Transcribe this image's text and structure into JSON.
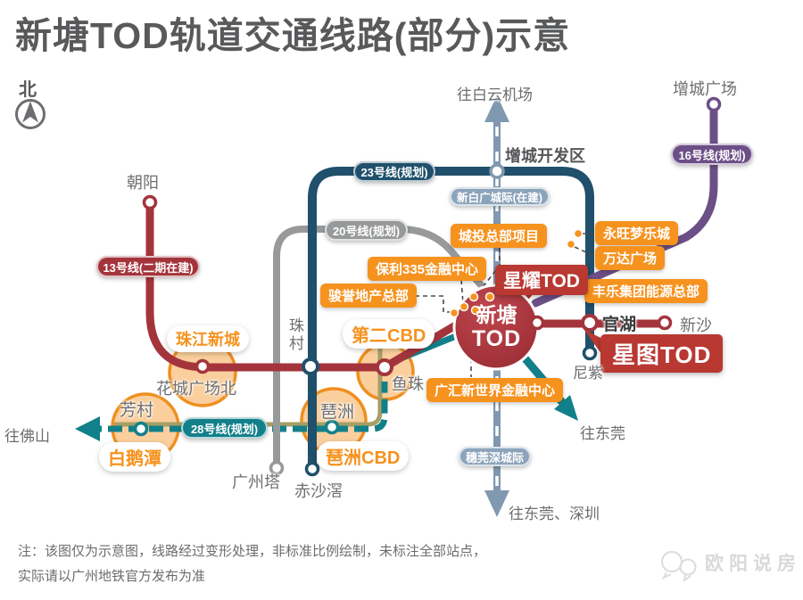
{
  "title": "新塘TOD轨道交通线路(部分)示意",
  "compass_label": "北",
  "line_badges": {
    "line13": "13号线(二期在建)",
    "line23": "23号线(规划)",
    "line20": "20号线(规划)",
    "line16": "16号线(规划)",
    "line28": "28号线(规划)",
    "xinbaiguang": "新白广城际(在建)",
    "suiwanshen": "穗莞深城际"
  },
  "stations": {
    "chaoyang": "朝阳",
    "huachengguangchangbei": "花城广场北",
    "fangcun": "芳村",
    "guangzhouta": "广州塔",
    "chishajiao": "赤沙滘",
    "pazhou": "琶洲",
    "zhucun": "珠村",
    "yuzhu": "鱼珠",
    "guanhu": "官湖",
    "xinsha": "新沙",
    "nizi": "尼紫",
    "zengchengkaifaqu": "增城开发区",
    "zengchengguangchang": "增城广场"
  },
  "directions": {
    "airport": "往白云机场",
    "foshan": "往佛山",
    "dongguan": "往东莞",
    "dongguan_shenzhen": "往东莞、深圳"
  },
  "area_labels": {
    "zhujiangxincheng": "珠江新城",
    "second_cbd": "第二CBD",
    "baietan": "白鹅潭",
    "pazhou_cbd": "琶洲CBD"
  },
  "tod": {
    "line1": "新塘",
    "line2": "TOD",
    "xingyao": "星耀TOD",
    "xingtu": "星图TOD"
  },
  "projects": {
    "chengtou": "城投总部项目",
    "baoli": "保利335金融中心",
    "junyu": "骏誉地产总部",
    "yongwang": "永旺梦乐城",
    "wanda": "万达广场",
    "fengle": "丰乐集团能源总部",
    "guanghui": "广汇新世界金融中心"
  },
  "note": {
    "line1": "注：该图仅为示意图，线路经过变形处理，非标准比例绘制，未标注全部站点，",
    "line2": "实际请以广州地铁官方发布为准"
  },
  "watermark": "欧阳说房",
  "colors": {
    "line13_red": "#a4343c",
    "line23_navy": "#20506b",
    "line20_gray": "#97999b",
    "line16_purple": "#6d4f87",
    "line28_teal": "#12808a",
    "intercity_slate": "#8098b0",
    "olive_line": "#a69f66",
    "project_orange": "#f6921e",
    "tod_red": "#b93831",
    "title_gray": "#58595b"
  }
}
